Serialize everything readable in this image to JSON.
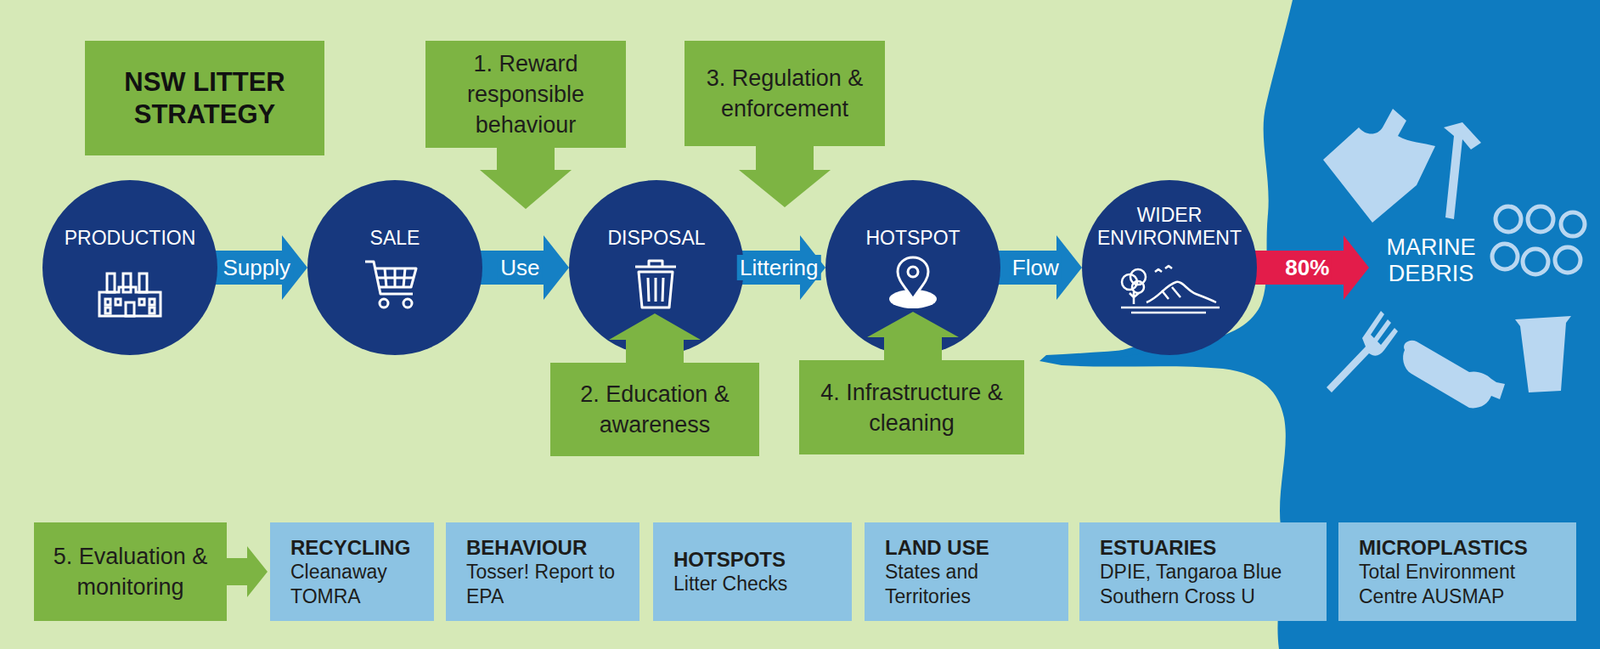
{
  "diagram": {
    "title": "NSW LITTER STRATEGY",
    "nodes": [
      {
        "text": [
          "PRODUCTION"
        ]
      },
      {
        "text": [
          "SALE"
        ]
      },
      {
        "text": [
          "DISPOSAL"
        ]
      },
      {
        "text": [
          "HOTSPOT"
        ]
      },
      {
        "text": [
          "WIDER ENVIRONMENT"
        ]
      },
      {
        "text": [
          "MARINE DEBRIS"
        ]
      },
      {
        "text": [
          "1. Reward responsible behaviour"
        ]
      },
      {
        "text": [
          "3. Regulation & enforcement"
        ]
      },
      {
        "text": [
          "2. Education & awareness"
        ]
      },
      {
        "text": [
          "4. Infrastructure & cleaning"
        ]
      },
      {
        "text": [
          "5. Evaluation & monitoring"
        ]
      },
      {
        "text": [
          "RECYCLING",
          "Cleanaway TOMRA"
        ]
      },
      {
        "text": [
          "BEHAVIOUR",
          "Tosser! Report to EPA"
        ]
      },
      {
        "text": [
          "HOTSPOTS",
          "Litter Checks"
        ]
      },
      {
        "text": [
          "LAND USE",
          "States and Territories"
        ]
      },
      {
        "text": [
          "ESTUARIES",
          "DPIE, Tangaroa Blue Southern Cross U"
        ]
      },
      {
        "text": [
          "MICROPLASTICS",
          "Total Environment Centre AUSMAP"
        ]
      }
    ],
    "edges": [
      {
        "from": 0,
        "to": 1,
        "label": "Supply",
        "arrow": "to"
      },
      {
        "from": 1,
        "to": 2,
        "label": "Use",
        "arrow": "to"
      },
      {
        "from": 2,
        "to": 3,
        "label": "Littering",
        "arrow": "to"
      },
      {
        "from": 3,
        "to": 4,
        "label": "Flow",
        "arrow": "to"
      },
      {
        "from": 4,
        "to": 5,
        "label": "80%",
        "arrow": "to"
      },
      {
        "from": 10,
        "to": 11,
        "arrow": "to"
      }
    ]
  }
}
